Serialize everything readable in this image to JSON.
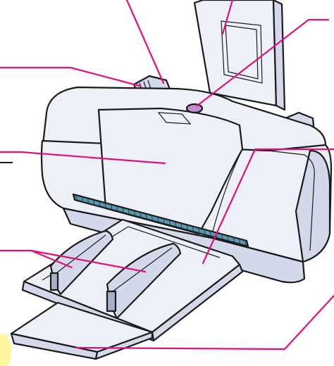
{
  "colors": {
    "callout": "#e0117f",
    "body": "#eef0f7",
    "body_shade": "#d3d8ea",
    "body_dark": "#a9b0cc",
    "outline": "#1a1a1a",
    "slot": "#5a9ab0",
    "button": "#c58ad0",
    "glow": "#fff7a0"
  },
  "callouts": [
    {
      "id": "paper-thickness-lever"
    },
    {
      "id": "paper-support"
    },
    {
      "id": "power-button"
    },
    {
      "id": "paper-guide-lever"
    },
    {
      "id": "front-cover"
    },
    {
      "id": "paper-guides"
    },
    {
      "id": "output-tray"
    },
    {
      "id": "output-tray-extension"
    }
  ]
}
